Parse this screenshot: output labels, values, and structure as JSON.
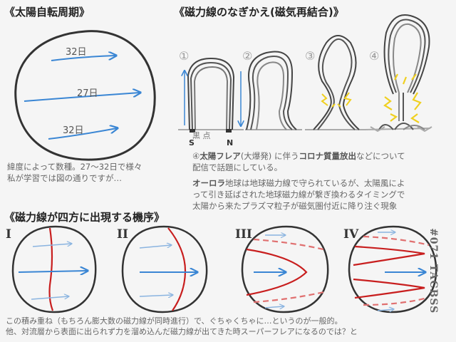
{
  "sections": {
    "rotation_title": "《太陽自転周期》",
    "reconnection_title": "《磁力線のなぎかえ(磁気再結合)》",
    "mechanism_title": "《磁力線が四方に出現する機序》"
  },
  "sun_rotation": {
    "labels": [
      "32日",
      "27日",
      "32日"
    ],
    "note_line1": "緯度によって数種。27〜32日で様々",
    "note_line2": "私が学習では図の通りですが…"
  },
  "reconnection": {
    "stages": [
      "①",
      "②",
      "③",
      "④"
    ],
    "spot_label": "黒 点",
    "pole_s": "S",
    "pole_n": "N",
    "flare_note": {
      "prefix": "④",
      "flare": "太陽フレア",
      "flare_paren": "(大爆発)",
      "mid": " に伴う",
      "cme": "コロナ質量放出",
      "suffix": "などについて",
      "line2": "配信で話題にしている。"
    },
    "aurora_note": {
      "term": "オーロラ",
      "line1": "地球は地球磁力線で守られているが、太陽風によ",
      "line2": "って引き延ばされた地球磁力線が繋ぎ換わるタイミングで",
      "line3": "太陽から来たプラズマ粒子が磁気圏付近に降り注ぐ現象"
    }
  },
  "mechanism": {
    "panels": [
      "I",
      "II",
      "III",
      "IV"
    ]
  },
  "footer": {
    "line1": "この積み重ね（もちろん膨大数の磁力線が同時進行）で、ぐちゃくちゃに…というのが一般的。",
    "line2": "他、対流層から表面に出られず力を溜め込んだ磁力線が出てきた時スーパーフレアになるのでは？と"
  },
  "signature": "#071 TACBSS",
  "colors": {
    "arrow": "#3a86d4",
    "field_line": "#c81e1e",
    "flare": "#f0d020",
    "ink": "#333333"
  }
}
